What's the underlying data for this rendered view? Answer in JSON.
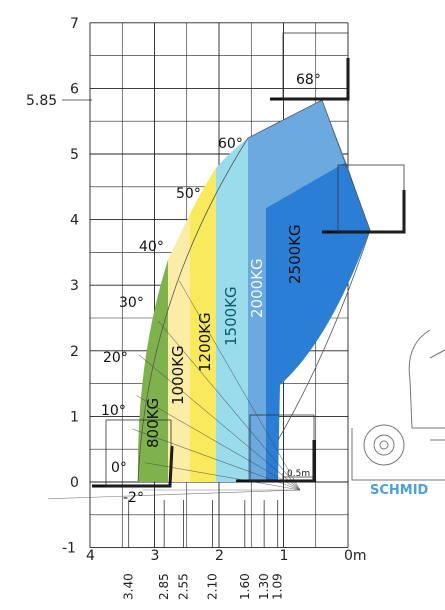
{
  "chart_data": {
    "type": "load-chart",
    "x_axis": {
      "ticks": [
        {
          "label": "4",
          "value": 4
        },
        {
          "label": "3",
          "value": 3
        },
        {
          "label": "2",
          "value": 2
        },
        {
          "label": "1",
          "value": 1
        },
        {
          "label": "0m",
          "value": 0
        }
      ],
      "reach_marks": [
        "3.40",
        "2.85",
        "2.55",
        "2.10",
        "1.60",
        "1.30",
        "1.09"
      ]
    },
    "y_axis": {
      "ticks": [
        {
          "label": "7",
          "value": 7
        },
        {
          "label": "6",
          "value": 6
        },
        {
          "label": "5",
          "value": 5
        },
        {
          "label": "4",
          "value": 4
        },
        {
          "label": "3",
          "value": 3
        },
        {
          "label": "2",
          "value": 2
        },
        {
          "label": "1",
          "value": 1
        },
        {
          "label": "0",
          "value": 0
        },
        {
          "label": "-1",
          "value": -1
        }
      ],
      "max_height_label": "5.85"
    },
    "angles": [
      "68°",
      "60°",
      "50°",
      "40°",
      "30°",
      "20°",
      "10°",
      "0°",
      "-2°"
    ],
    "zones": [
      {
        "label": "800KG",
        "color": "#7fb24c"
      },
      {
        "label": "1000KG",
        "color": "#fbeda6"
      },
      {
        "label": "1200KG",
        "color": "#f9e95c"
      },
      {
        "label": "1500KG",
        "color": "#9bdcec"
      },
      {
        "label": "2000KG",
        "color": "#6ba9de"
      },
      {
        "label": "2500KG",
        "color": "#2a7ed6"
      }
    ],
    "scale_label": "0.5m",
    "brand": "SCHMID",
    "brand_color": "#4aa0e0"
  }
}
